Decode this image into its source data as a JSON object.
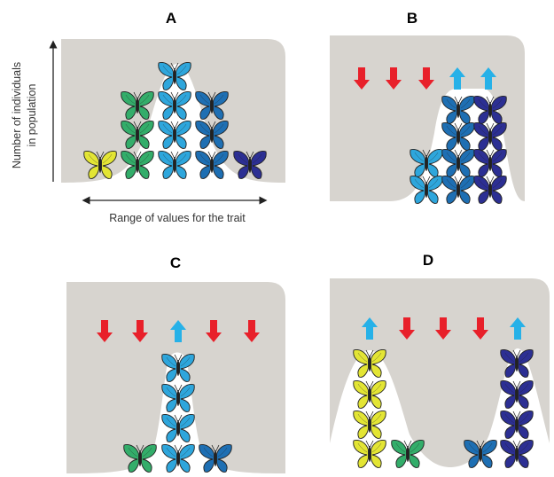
{
  "labels": {
    "a": "A",
    "b": "B",
    "c": "C",
    "d": "D"
  },
  "axes": {
    "y_line1": "Number of individuals",
    "y_line2": "in population",
    "x": "Range of values for the trait"
  },
  "colors": {
    "background": "#d7d4cf",
    "curve": "#ffffff",
    "selected_against": "#e8202a",
    "selected_for": "#26b1e8",
    "morph_yellow": "#e3e534",
    "morph_green": "#33ad6a",
    "morph_lightblue": "#2ea6dc",
    "morph_midblue": "#1e6fb3",
    "morph_darkblue": "#2c2f93"
  },
  "icons": {
    "butterfly": "butterfly-icon",
    "arrow_down": "arrow-down-icon",
    "arrow_up": "arrow-up-icon"
  }
}
